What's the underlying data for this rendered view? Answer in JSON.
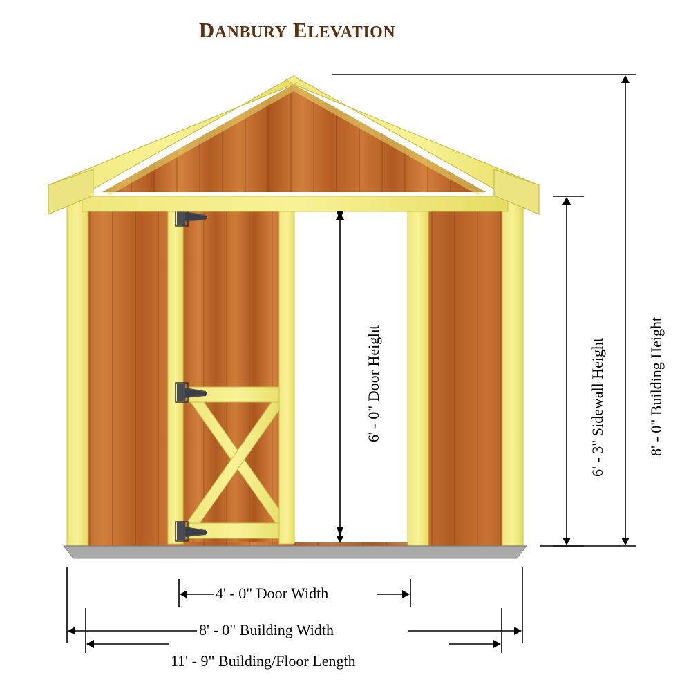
{
  "title": {
    "full": "Danbury Elevation",
    "word1_cap": "D",
    "word1_rest": "ANBURY",
    "word2_cap": "E",
    "word2_rest": "LEVATION"
  },
  "dimensions": {
    "door_height": "6' - 0\" Door Height",
    "sidewall_height": "6' - 3\" Sidewall Height",
    "building_height": "8' - 0\" Building Height",
    "door_width": "4' - 0\" Door Width",
    "building_width": "8' - 0\" Building Width",
    "floor_length": "11' - 9\" Building/Floor Length"
  },
  "colors": {
    "title": "#5a3210",
    "trim": "#f6ef8e",
    "trim_shadow": "#e8df6a",
    "siding_light": "#d4813f",
    "siding_mid": "#c06a2c",
    "siding_dark": "#a8551f",
    "roof_edge": "#f2e97f",
    "foundation": "#a8a8a8",
    "hinge": "#4a4a52",
    "dimension_line": "#000000",
    "door_opening": "#ffffff"
  },
  "parts": {
    "roof": "gable-roof",
    "door_left": "left-door-panel",
    "door_opening": "open-door-void",
    "foundation": "concrete-foundation",
    "hinges": [
      "hinge-top",
      "hinge-middle",
      "hinge-bottom"
    ]
  }
}
